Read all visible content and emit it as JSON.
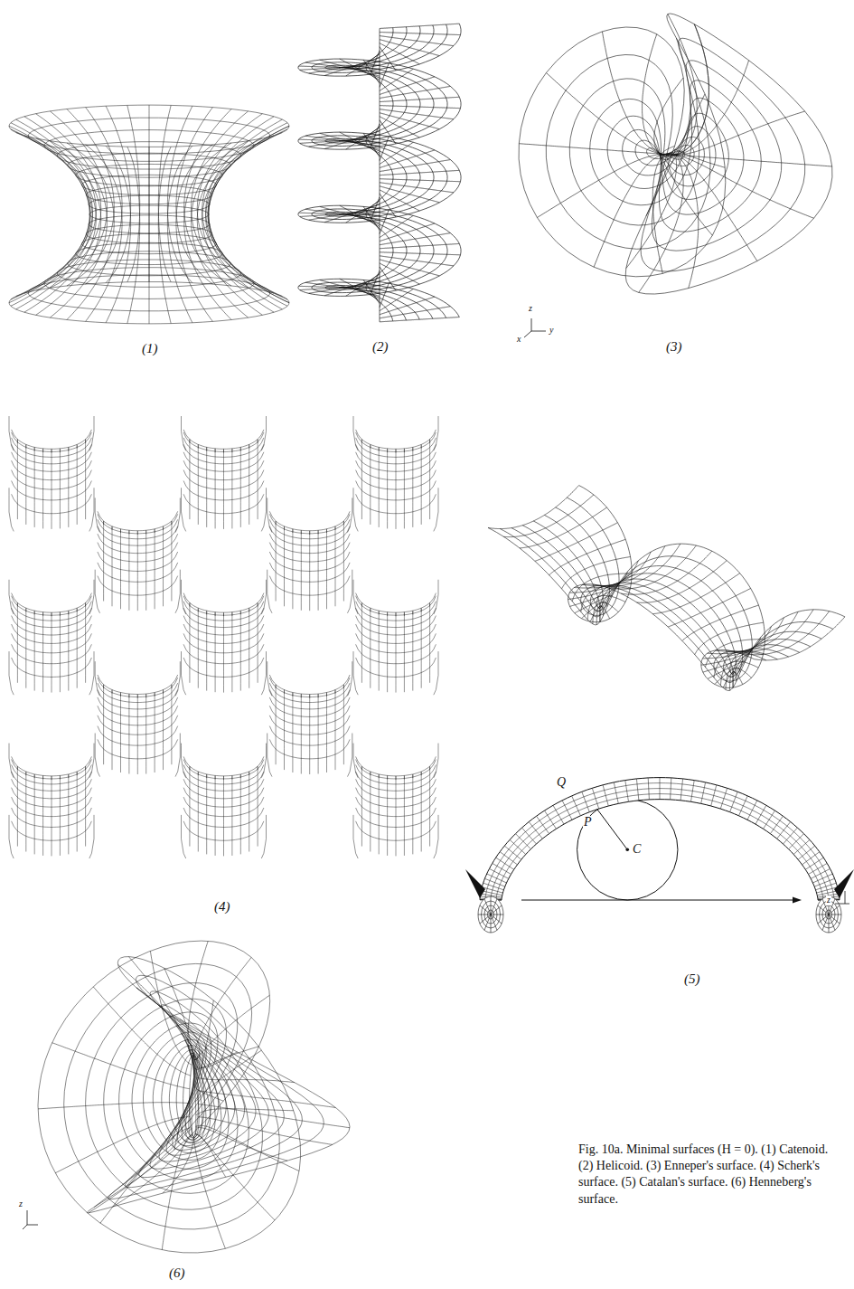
{
  "diagram": {
    "caption": "Fig. 10a. Minimal surfaces (H = 0). (1) Catenoid. (2) Helicoid. (3) Enneper's surface. (4) Scherk's surface. (5) Catalan's surface. (6) Henneberg's surface.",
    "labels": [
      "(1)",
      "(2)",
      "z",
      "y",
      "x",
      "(3)",
      "(4)",
      "Q",
      "P",
      "C",
      "z",
      "(5)",
      "z",
      "(6)"
    ]
  }
}
